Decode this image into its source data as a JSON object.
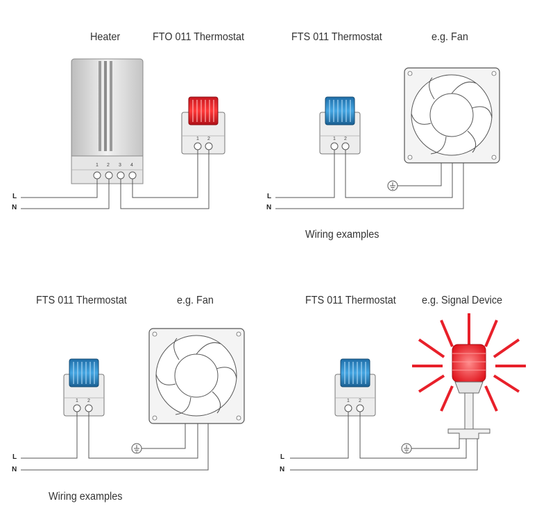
{
  "panel1": {
    "heater_label": "Heater",
    "thermostat_label": "FTO 011 Thermostat",
    "heater_terminals": [
      "1",
      "2",
      "3",
      "4"
    ],
    "thermostat_terminals": [
      "1",
      "2"
    ],
    "line_label": "L",
    "neutral_label": "N"
  },
  "panel2": {
    "thermostat_label": "FTS 011 Thermostat",
    "device_label": "e.g. Fan",
    "thermostat_terminals": [
      "1",
      "2"
    ],
    "line_label": "L",
    "neutral_label": "N",
    "caption": "Wiring examples"
  },
  "panel3": {
    "thermostat_label": "FTS 011 Thermostat",
    "device_label": "e.g. Fan",
    "thermostat_terminals": [
      "1",
      "2"
    ],
    "line_label": "L",
    "neutral_label": "N",
    "caption": "Wiring examples"
  },
  "panel4": {
    "thermostat_label": "FTS 011 Thermostat",
    "device_label": "e.g. Signal Device",
    "thermostat_terminals": [
      "1",
      "2"
    ],
    "line_label": "L",
    "neutral_label": "N"
  },
  "colors": {
    "fto_knob": "#e8202a",
    "fts_knob": "#2f8fd0",
    "signal_light": "#e8202a",
    "wire": "#555555"
  },
  "icons": {
    "ground": "ground-icon",
    "fan": "fan-icon",
    "signal": "signal-device-icon"
  }
}
